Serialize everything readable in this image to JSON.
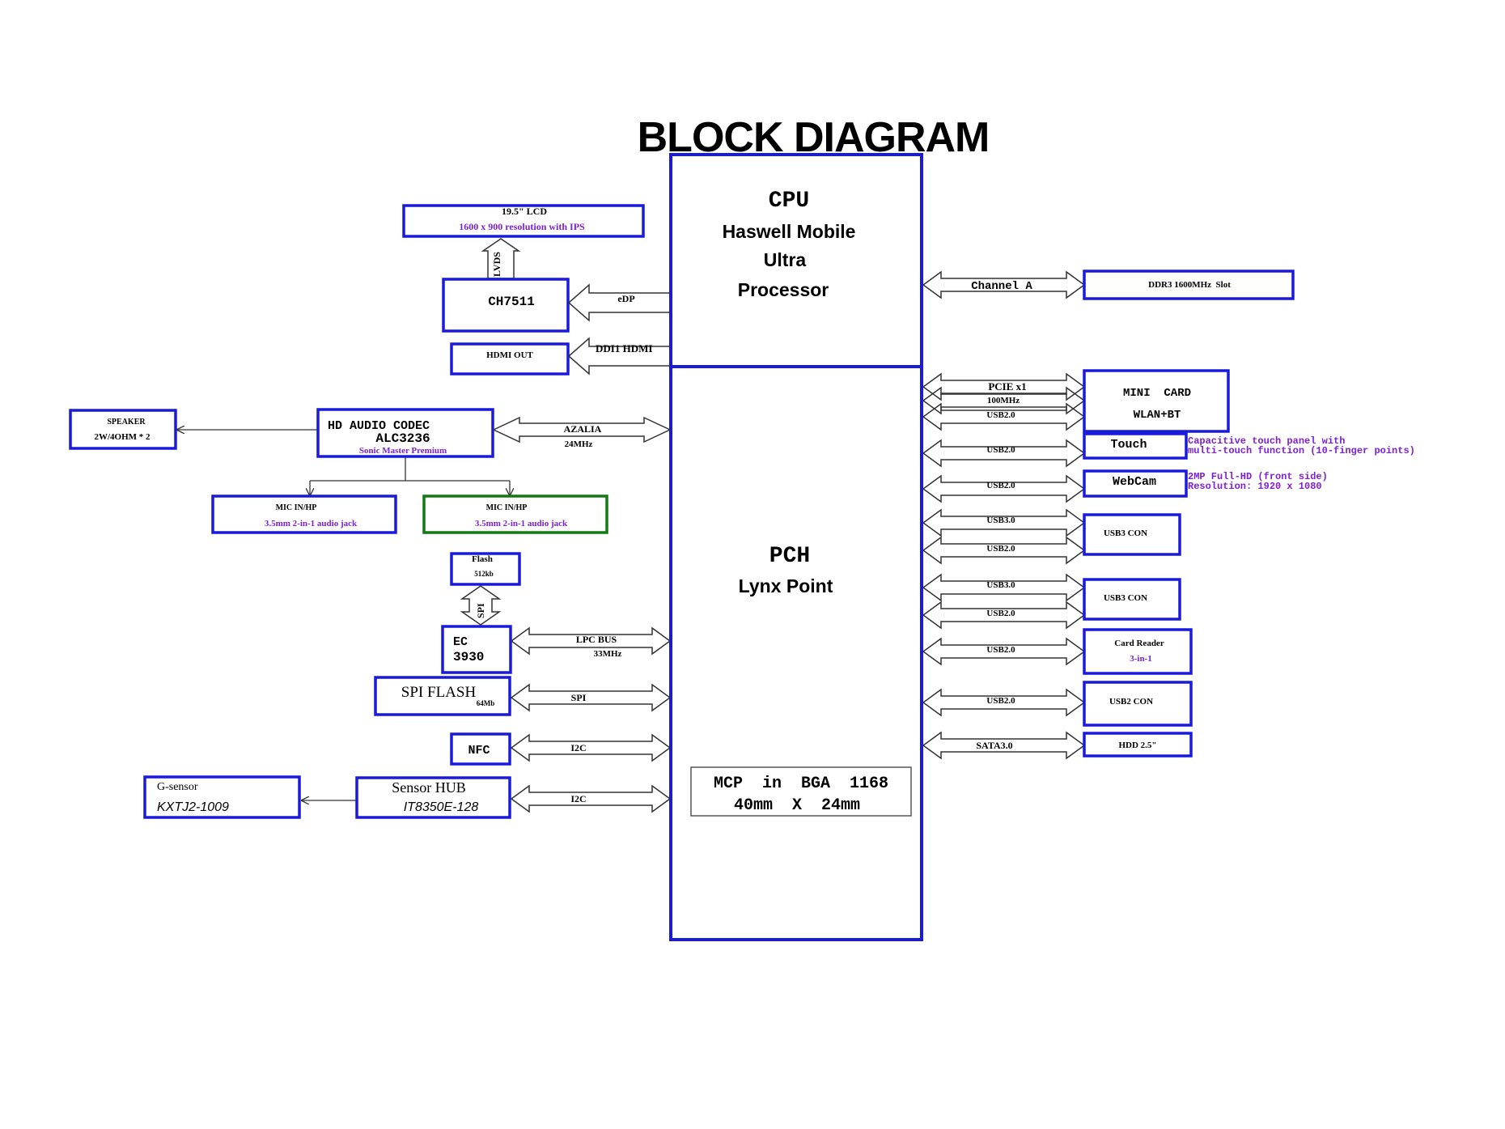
{
  "title": "BLOCK DIAGRAM",
  "colors": {
    "box": "#1a1adb",
    "green_box": "#127a12",
    "line": "#333333",
    "purple_text": "#7d1fd8"
  },
  "cpu": {
    "name": "CPU",
    "line1": "Haswell Mobile",
    "line2": "Ultra",
    "line3": "Processor"
  },
  "pch": {
    "name": "PCH",
    "line1": "Lynx Point",
    "mcp1": "MCP  in  BGA  1168",
    "mcp2": "40mm  X  24mm"
  },
  "left": {
    "lcd": {
      "line1": "19.5\" LCD",
      "line2": "1600 x 900 resolution with IPS"
    },
    "lvds": "LVDS",
    "ch7511": "CH7511",
    "edp": "eDP",
    "hdmi_out": "HDMI OUT",
    "ddi1": "DDI1 HDMI",
    "speaker": {
      "line1": "SPEAKER",
      "line2": "2W/4OHM * 2"
    },
    "codec": {
      "line1": "HD AUDIO CODEC",
      "line2": "ALC3236",
      "line3": "Sonic Master Premium"
    },
    "azalia": {
      "line1": "AZALIA",
      "line2": "24MHz"
    },
    "mic1": {
      "line1": "MIC IN/HP",
      "line2": "3.5mm 2-in-1 audio jack"
    },
    "mic2": {
      "line1": "MIC IN/HP",
      "line2": "3.5mm 2-in-1 audio jack"
    },
    "flash": {
      "line1": "Flash",
      "line2": "512kb"
    },
    "spi_vertical": "SPI",
    "ec": {
      "line1": "EC",
      "line2": "3930"
    },
    "lpc": {
      "line1": "LPC BUS",
      "line2": "33MHz"
    },
    "spi_flash": {
      "line1": "SPI FLASH",
      "line2": "64Mb"
    },
    "spi_bus": "SPI",
    "nfc": "NFC",
    "nfc_bus": "I2C",
    "gsensor": {
      "line1": "G-sensor",
      "line2": "KXTJ2-1009"
    },
    "sensor_hub": {
      "line1": "Sensor HUB",
      "line2": "IT8350E-128"
    },
    "hub_bus": "I2C"
  },
  "right": {
    "channel": "Channel A",
    "ddr3": "DDR3 1600MHz  Slot",
    "pcie": {
      "line1": "PCIE x1",
      "line2": "100MHz",
      "line3": "USB2.0"
    },
    "mini_card": {
      "line1": "MINI  CARD",
      "line2": "WLAN+BT"
    },
    "touch_bus": "USB2.0",
    "touch": "Touch",
    "touch_note": {
      "line1": "Capacitive touch panel with",
      "line2": "multi-touch function (10-finger points)"
    },
    "webcam_bus": "USB2.0",
    "webcam": "WebCam",
    "webcam_note": {
      "line1": "2MP Full-HD (front side)",
      "line2": "Resolution: 1920 x 1080"
    },
    "usb3con1": {
      "bus1": "USB3.0",
      "bus2": "USB2.0",
      "label": "USB3 CON"
    },
    "usb3con2": {
      "bus1": "USB3.0",
      "bus2": "USB2.0",
      "label": "USB3 CON"
    },
    "cardreader": {
      "bus": "USB2.0",
      "line1": "Card Reader",
      "line2": "3-in-1"
    },
    "usb2con": {
      "bus": "USB2.0",
      "label": "USB2 CON"
    },
    "hdd": {
      "bus": "SATA3.0",
      "label": "HDD 2.5\""
    }
  }
}
